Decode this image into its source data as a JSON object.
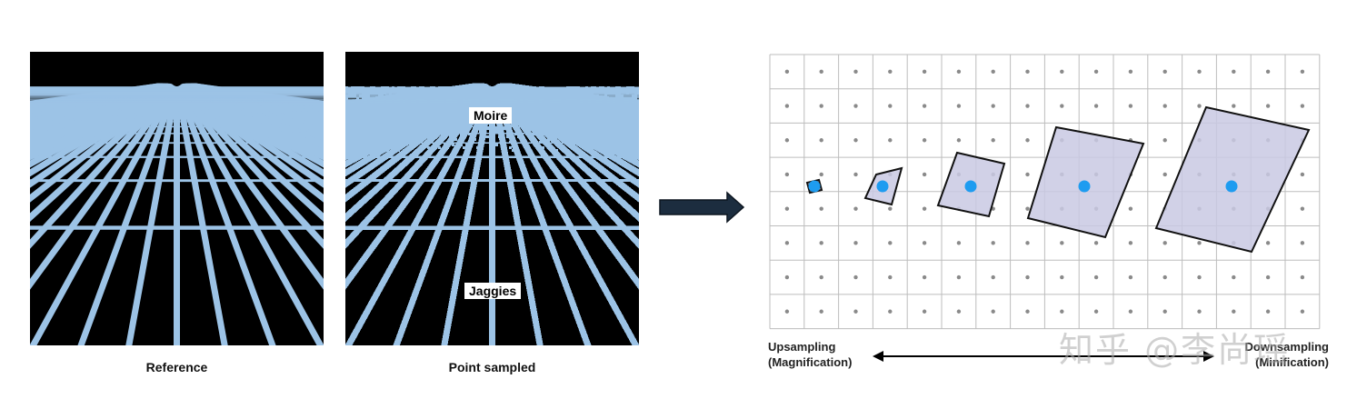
{
  "panels": {
    "reference": {
      "caption": "Reference"
    },
    "point_sampled": {
      "caption": "Point sampled",
      "moire_label": "Moire",
      "jaggies_label": "Jaggies"
    }
  },
  "colors": {
    "grid_line": "#9cc3e6",
    "sky": "#000000",
    "pixel_grid": "#bdbdbd",
    "sample_dot": "#8a8a8a",
    "footprint_fill": "#c9c9e3",
    "footprint_center": "#1e9cf0",
    "arrow": "#1c2d3f"
  },
  "diagram": {
    "columns": 16,
    "rows": 8,
    "left_label_line1": "Upsampling",
    "left_label_line2": "(Magnification)",
    "right_label_line1": "Downsampling",
    "right_label_line2": "(Minification)"
  },
  "watermark": "知乎 @李尚瑶"
}
